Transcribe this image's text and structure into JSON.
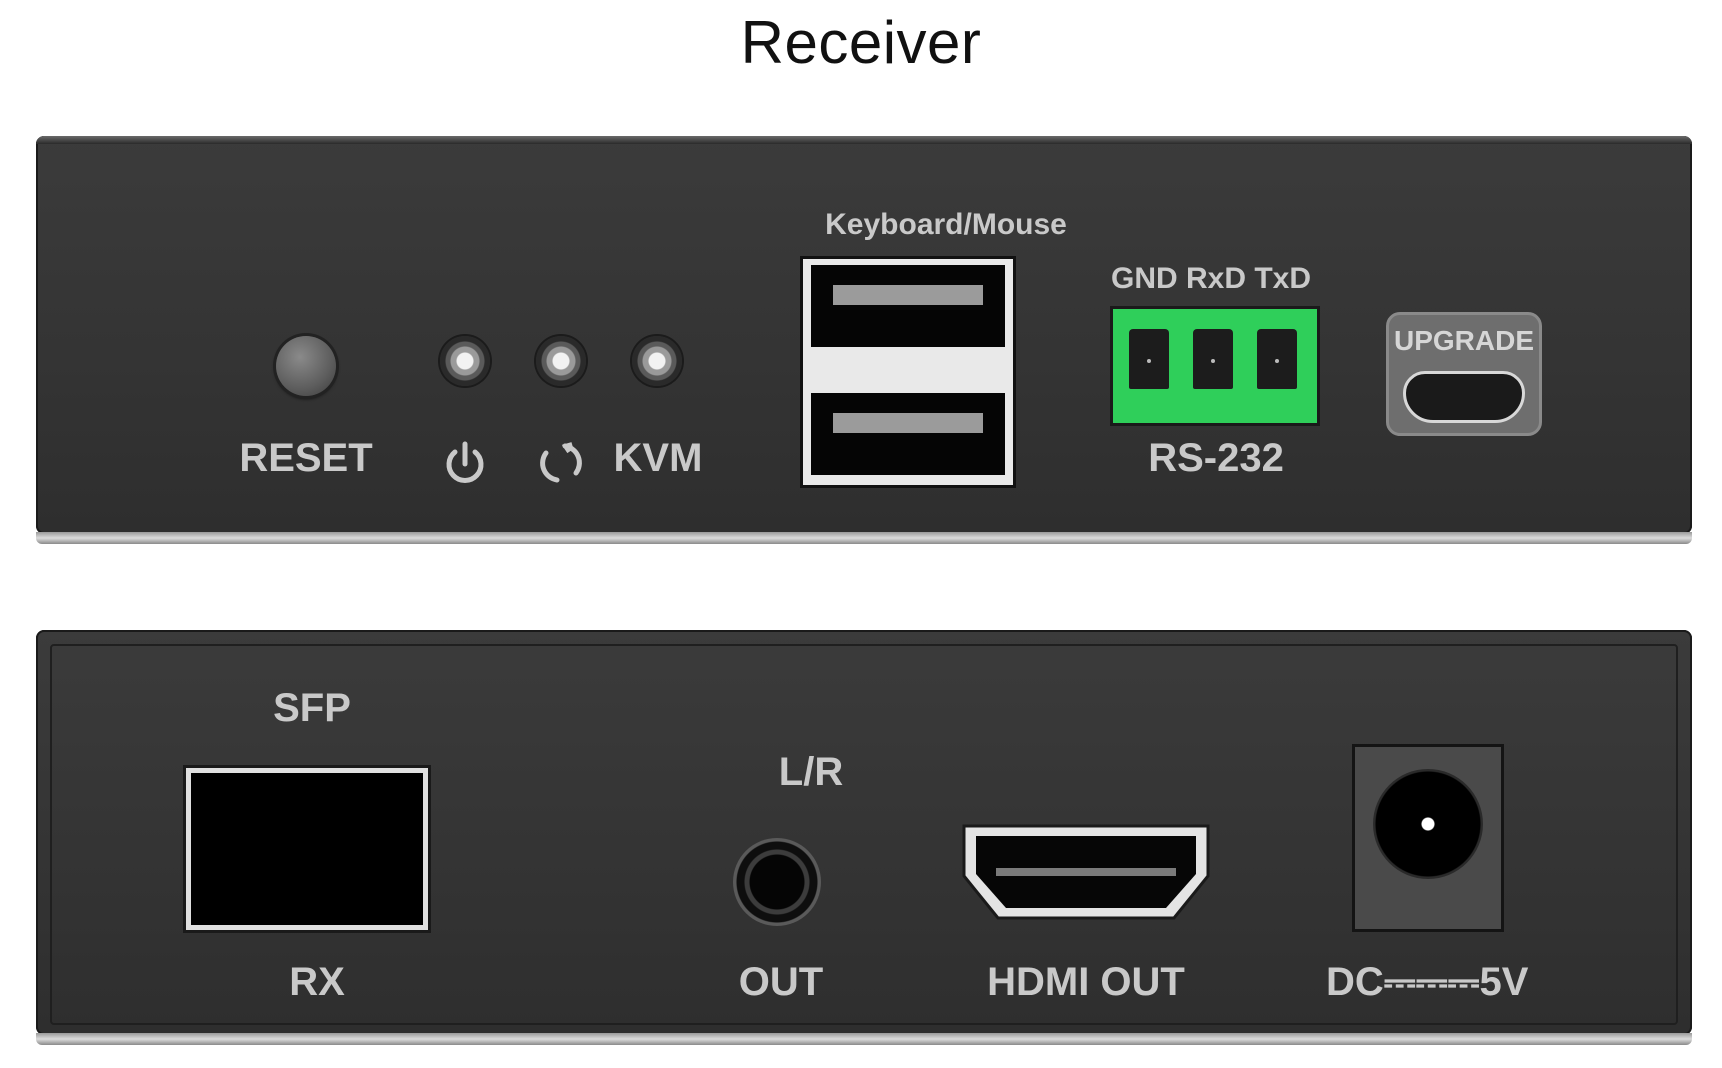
{
  "title": "Receiver",
  "front_panel": {
    "reset_label": "RESET",
    "kvm_label": "KVM",
    "usb_label": "Keyboard/Mouse",
    "rs232_pins_label": "GND RxD TxD",
    "rs232_label": "RS-232",
    "upgrade_label": "UPGRADE",
    "icons": [
      "power-icon",
      "link-icon"
    ]
  },
  "rear_panel": {
    "sfp_label": "SFP",
    "rx_label": "RX",
    "audio_label": "L/R",
    "audio_out_label": "OUT",
    "hdmi_label": "HDMI OUT",
    "dc_label": "DC⎓⎓⎓5V"
  },
  "colors": {
    "panel": "#363636",
    "label": "#c9c9c9",
    "terminal_green": "#2fcf5a"
  }
}
